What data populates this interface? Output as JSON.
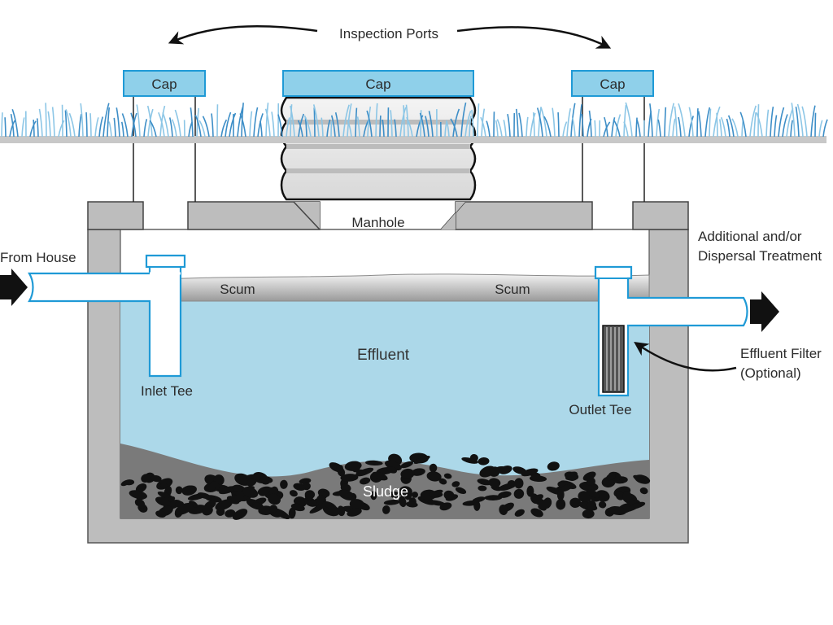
{
  "labels": {
    "inspection_ports": "Inspection Ports",
    "cap_left": "Cap",
    "cap_center": "Cap",
    "cap_right": "Cap",
    "manhole": "Manhole",
    "from_house": "From House",
    "additional_line1": "Additional and/or",
    "additional_line2": "Dispersal Treatment",
    "scum_left": "Scum",
    "scum_right": "Scum",
    "effluent": "Effluent",
    "inlet_tee": "Inlet Tee",
    "outlet_tee": "Outlet Tee",
    "effluent_filter_line1": "Effluent Filter",
    "effluent_filter_line2": "(Optional)",
    "sludge": "Sludge"
  },
  "colors": {
    "water": "#acd8e9",
    "cap_fill": "#8fd0ea",
    "pipe_stroke": "#1f9ad6",
    "concrete": "#bdbdbd",
    "ground_line": "#c8c8c8",
    "grass": "#3d8ec7",
    "sludge_bg": "#7a7a7a",
    "stones": "#111111"
  }
}
